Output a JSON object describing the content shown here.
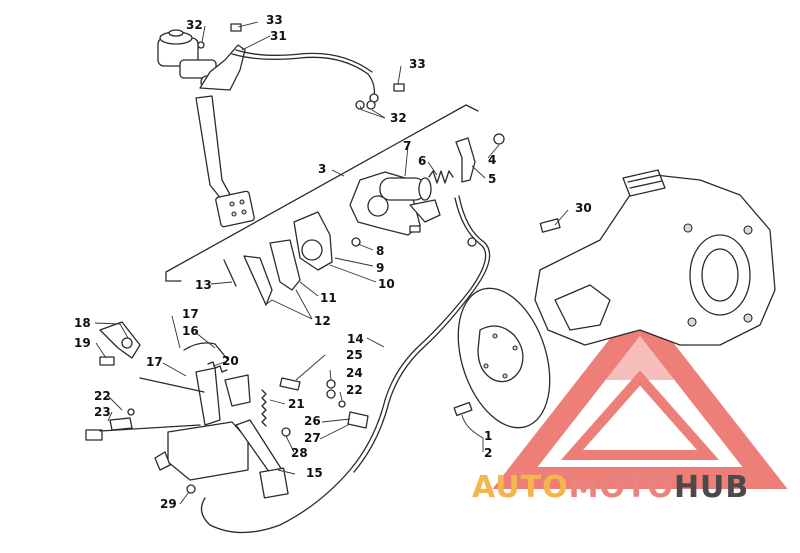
{
  "callouts": [
    {
      "id": "1",
      "label": "1"
    },
    {
      "id": "2",
      "label": "2"
    },
    {
      "id": "3",
      "label": "3"
    },
    {
      "id": "4",
      "label": "4"
    },
    {
      "id": "5",
      "label": "5"
    },
    {
      "id": "6",
      "label": "6"
    },
    {
      "id": "7",
      "label": "7"
    },
    {
      "id": "8",
      "label": "8"
    },
    {
      "id": "9",
      "label": "9"
    },
    {
      "id": "10",
      "label": "10"
    },
    {
      "id": "11",
      "label": "11"
    },
    {
      "id": "12",
      "label": "12"
    },
    {
      "id": "13",
      "label": "13"
    },
    {
      "id": "14",
      "label": "14"
    },
    {
      "id": "15",
      "label": "15"
    },
    {
      "id": "16",
      "label": "16"
    },
    {
      "id": "17a",
      "label": "17"
    },
    {
      "id": "17b",
      "label": "17"
    },
    {
      "id": "18",
      "label": "18"
    },
    {
      "id": "19",
      "label": "19"
    },
    {
      "id": "20",
      "label": "20"
    },
    {
      "id": "21",
      "label": "21"
    },
    {
      "id": "22a",
      "label": "22"
    },
    {
      "id": "22b",
      "label": "22"
    },
    {
      "id": "23",
      "label": "23"
    },
    {
      "id": "24",
      "label": "24"
    },
    {
      "id": "25",
      "label": "25"
    },
    {
      "id": "26",
      "label": "26"
    },
    {
      "id": "27",
      "label": "27"
    },
    {
      "id": "28",
      "label": "28"
    },
    {
      "id": "29",
      "label": "29"
    },
    {
      "id": "30",
      "label": "30"
    },
    {
      "id": "31",
      "label": "31"
    },
    {
      "id": "32a",
      "label": "32"
    },
    {
      "id": "32b",
      "label": "32"
    },
    {
      "id": "33a",
      "label": "33"
    },
    {
      "id": "33b",
      "label": "33"
    }
  ],
  "watermark": {
    "part1": "AUTO",
    "part2": "MOTO",
    "part3": "HUB",
    "colors": {
      "auto": "#f3b54e",
      "moto": "#e8837e",
      "hub": "#4a4a4a",
      "triangle": "#e8534b"
    }
  }
}
